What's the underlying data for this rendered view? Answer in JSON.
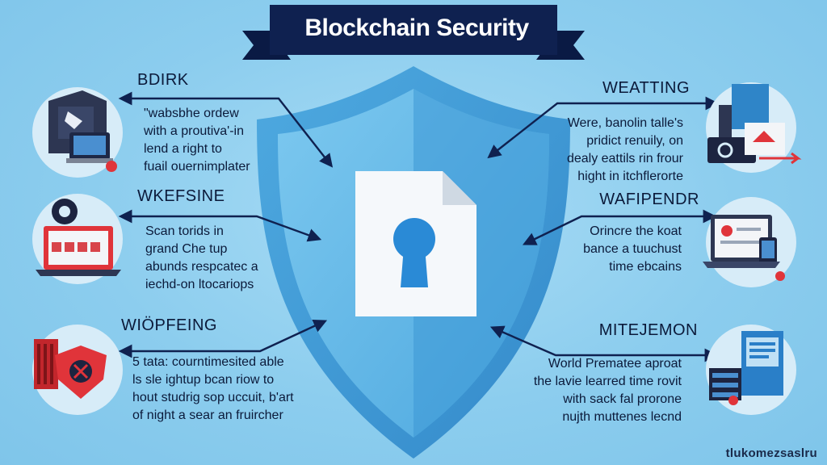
{
  "title": "Blockchain Security",
  "colors": {
    "background": "#8ccdee",
    "navy": "#0f2150",
    "shield_outer": "#3e9ad6",
    "shield_inner": "#5db6e6",
    "accent_red": "#e0343a",
    "keyhole": "#2a8ad6"
  },
  "sections": [
    {
      "id": "top-left",
      "heading": "BDIRK",
      "lines": [
        "\"wabsbhe ordew",
        "with a proutiva'-in",
        "lend a right to",
        "fuail ouernimplater"
      ]
    },
    {
      "id": "mid-left",
      "heading": "WKEFSINE",
      "lines": [
        "Scan torids in",
        "grand Che tup",
        "abunds respcatec a",
        "iechd-on ltocariops"
      ]
    },
    {
      "id": "bottom-left",
      "heading": "WIÖPFEING",
      "lines": [
        "5 tata: courntimesited able",
        "ls sle ightup bcan riow to",
        "hout studrig sop uccuit, b'art",
        "of night a sear an fruircher"
      ]
    },
    {
      "id": "top-right",
      "heading": "WEATTING",
      "lines": [
        "Were, banolin talle's",
        "pridict renuily, on",
        "dealy eattils rin frour",
        "hight in itchflerorte"
      ]
    },
    {
      "id": "mid-right",
      "heading": "WAFIPENDR",
      "lines": [
        "Orincre the koat",
        "bance a tuuchust",
        "time ebcains"
      ]
    },
    {
      "id": "bottom-right",
      "heading": "MITEJEMON",
      "lines": [
        "World Prematee aproat",
        "the lavie learred time rovit",
        "with sack fal prorone",
        "nujth muttenes lecnd"
      ]
    }
  ],
  "icons": [
    "folder-lock-icon",
    "gear-laptop-icon",
    "firewall-shield-icon",
    "briefcase-alert-icon",
    "laptop-report-icon",
    "server-document-icon",
    "keyhole-document-icon"
  ],
  "watermark": "tlukomezsaslru"
}
